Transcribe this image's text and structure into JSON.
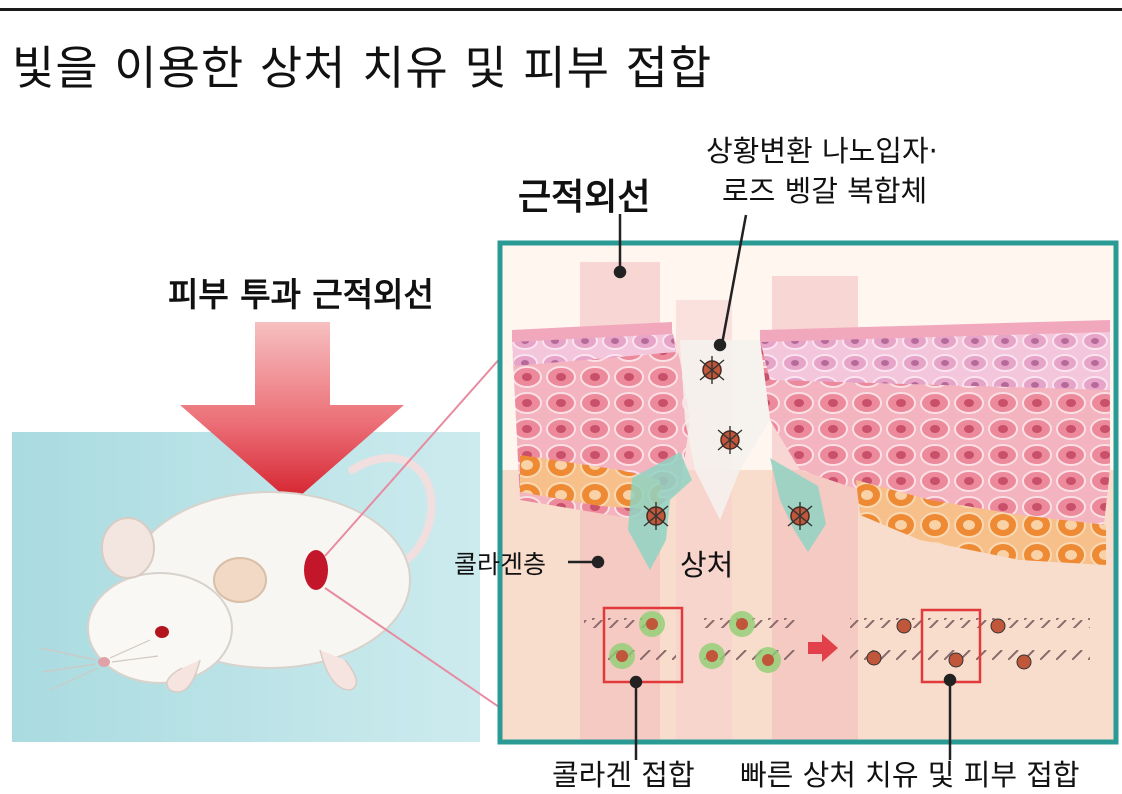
{
  "title": "빛을 이용한 상처 치유 및 피부 접합",
  "labels": {
    "skin_penetrating_nir": "피부 투과 근적외선",
    "nir": "근적외선",
    "nanoparticle_line1": "상황변환 나노입자·",
    "nanoparticle_line2": "로즈 벵갈 복합체",
    "collagen_layer": "콜라겐층",
    "wound": "상처",
    "collagen_bonding": "콜라겐 접합",
    "rapid_healing": "빠른 상처 치유 및 피부 접합"
  },
  "colors": {
    "frame": "#2a9a95",
    "mouse_bg": "#b6e1e4",
    "arrow": "#e24650",
    "nir_beam": "#f2b6b6",
    "epidermis": "#ea8fa4",
    "fat_layer": "#f08a3a",
    "dermis": "#f8d8c8",
    "wound_arrow": "#8fd3c2",
    "nanoparticle": "#c0563a",
    "highlight_box": "#e23a3a"
  }
}
